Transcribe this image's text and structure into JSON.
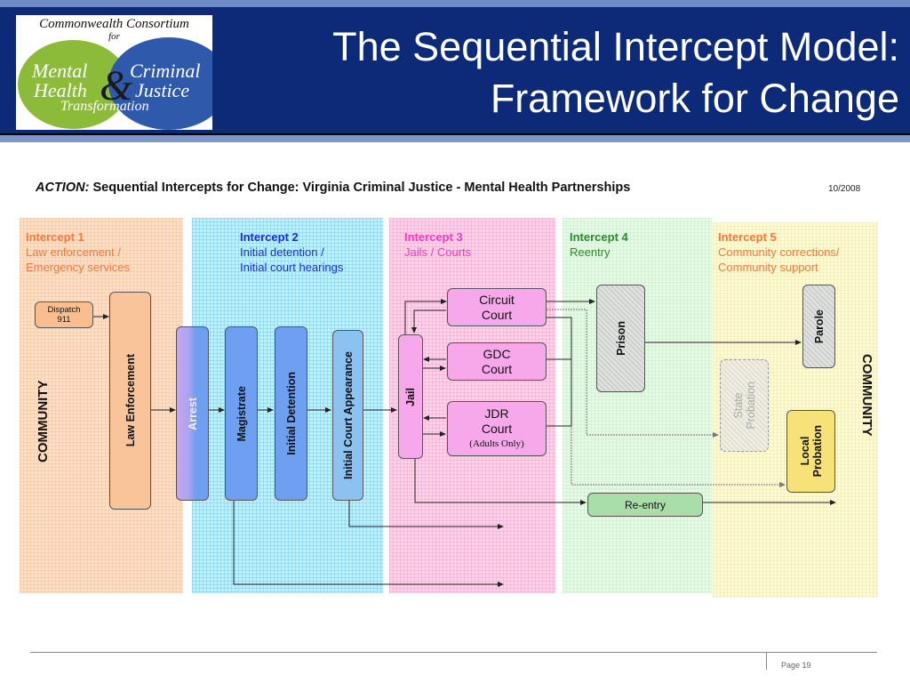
{
  "header": {
    "title_line1": "The Sequential Intercept Model:",
    "title_line2": "Framework for Change",
    "logo": {
      "top": "Commonwealth Consortium",
      "for": "for",
      "left_line1": "Mental",
      "left_line2": "Health",
      "right_line1": "Criminal",
      "right_line2": "Justice",
      "amp": "&",
      "bottom": "Transformation"
    }
  },
  "diagram": {
    "action_label": "ACTION:",
    "subtitle": "Sequential Intercepts for Change: Virginia Criminal Justice - Mental Health Partnerships",
    "date": "10/2008",
    "community_left": "COMMUNITY",
    "community_right": "COMMUNITY",
    "intercepts": [
      {
        "title": "Intercept 1",
        "line1": "Law enforcement /",
        "line2": "Emergency services",
        "color": "#f07a3c"
      },
      {
        "title": "Intercept 2",
        "line1": "Initial detention /",
        "line2": "Initial court hearings",
        "color": "#1a2fd0"
      },
      {
        "title": "Intercept 3",
        "line1": "Jails / Courts",
        "line2": "",
        "color": "#e83fbf"
      },
      {
        "title": "Intercept 4",
        "line1": "Reentry",
        "line2": "",
        "color": "#2b8a2b"
      },
      {
        "title": "Intercept 5",
        "line1": "Community corrections/",
        "line2": "Community support",
        "color": "#f07a3c"
      }
    ],
    "nodes": {
      "dispatch_line1": "Dispatch",
      "dispatch_line2": "911",
      "law_enforcement": "Law Enforcement",
      "arrest": "Arrest",
      "magistrate": "Magistrate",
      "initial_detention": "Initial Detention",
      "initial_court": "Initial Court Appearance",
      "jail": "Jail",
      "circuit_line1": "Circuit",
      "circuit_line2": "Court",
      "gdc_line1": "GDC",
      "gdc_line2": "Court",
      "jdr_line1": "JDR",
      "jdr_line2": "Court",
      "jdr_note": "(Adults Only)",
      "prison": "Prison",
      "reentry": "Re-entry",
      "parole": "Parole",
      "state_line1": "State",
      "state_line2": "Probation",
      "local_line1": "Local",
      "local_line2": "Probation"
    }
  },
  "footer": {
    "page": "Page 19"
  }
}
